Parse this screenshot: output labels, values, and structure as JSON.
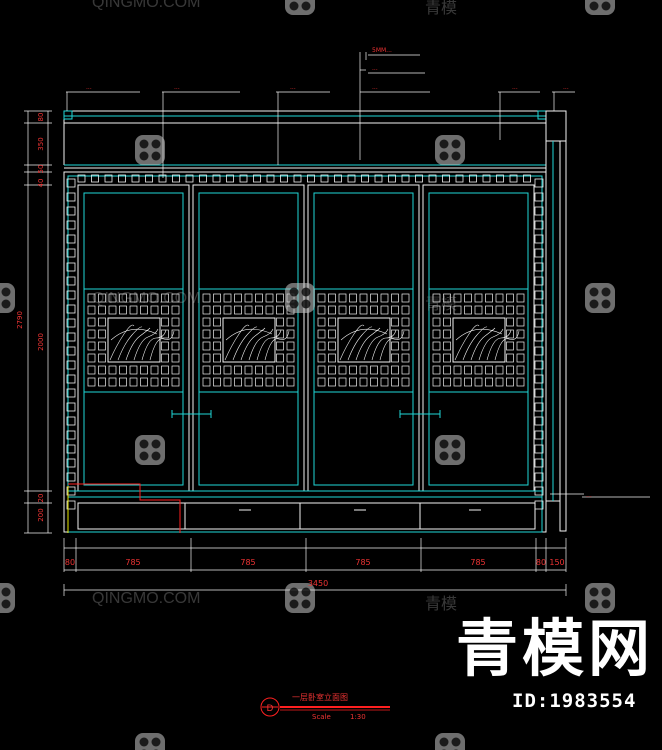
{
  "drawing": {
    "dims_bottom": [
      "80",
      "785",
      "785",
      "785",
      "785",
      "80",
      "150"
    ],
    "total_width": "3450",
    "dims_left_small": [
      "80",
      "350",
      "50",
      "40"
    ],
    "dim_left_total": "2790",
    "dim_left_mid": "2000",
    "dims_left_bottom": [
      "20",
      "200"
    ],
    "annotations": [
      "5MM...",
      "...",
      "...",
      "...",
      "...",
      "...",
      "...",
      "...",
      "..."
    ],
    "title": "一层卧室立面图",
    "scale_label": "Scale",
    "scale_value": "1:30",
    "section_marker": "D"
  },
  "watermark": {
    "text": "QINGMO.COM",
    "cn_text": "青模",
    "brand": "青模网",
    "id": "ID:1983554"
  },
  "colors": {
    "cyan": "#1fd7d7",
    "white": "#f2f2f2",
    "red": "#ff2020",
    "yellow": "#e6e600",
    "grey": "#8a8a8a"
  }
}
